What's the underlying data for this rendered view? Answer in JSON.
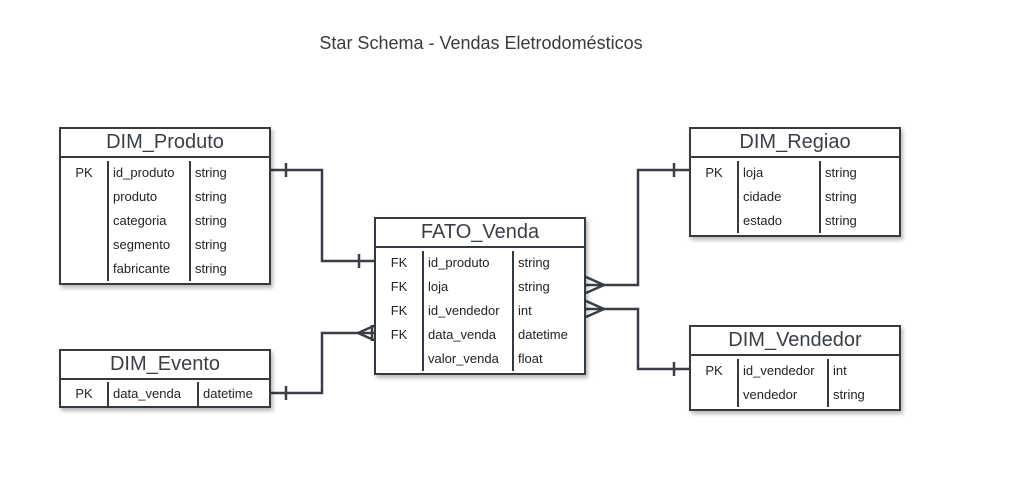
{
  "title": "Star Schema - Vendas Eletrodomésticos",
  "tables": {
    "dim_produto": {
      "name": "DIM_Produto",
      "rows": [
        {
          "key": "PK",
          "field": "id_produto",
          "type": "string"
        },
        {
          "key": "",
          "field": "produto",
          "type": "string"
        },
        {
          "key": "",
          "field": "categoria",
          "type": "string"
        },
        {
          "key": "",
          "field": "segmento",
          "type": "string"
        },
        {
          "key": "",
          "field": "fabricante",
          "type": "string"
        }
      ]
    },
    "dim_evento": {
      "name": "DIM_Evento",
      "rows": [
        {
          "key": "PK",
          "field": "data_venda",
          "type": "datetime"
        }
      ]
    },
    "fato_venda": {
      "name": "FATO_Venda",
      "rows": [
        {
          "key": "FK",
          "field": "id_produto",
          "type": "string"
        },
        {
          "key": "FK",
          "field": "loja",
          "type": "string"
        },
        {
          "key": "FK",
          "field": "id_vendedor",
          "type": "int"
        },
        {
          "key": "FK",
          "field": "data_venda",
          "type": "datetime"
        },
        {
          "key": "",
          "field": "valor_venda",
          "type": "float"
        }
      ]
    },
    "dim_regiao": {
      "name": "DIM_Regiao",
      "rows": [
        {
          "key": "PK",
          "field": "loja",
          "type": "string"
        },
        {
          "key": "",
          "field": "cidade",
          "type": "string"
        },
        {
          "key": "",
          "field": "estado",
          "type": "string"
        }
      ]
    },
    "dim_vendedor": {
      "name": "DIM_Vendedor",
      "rows": [
        {
          "key": "PK",
          "field": "id_vendedor",
          "type": "int"
        },
        {
          "key": "",
          "field": "vendedor",
          "type": "string"
        }
      ]
    }
  },
  "relationships": [
    {
      "from": "dim_produto",
      "to": "fato_venda",
      "from_end": "one",
      "to_end": "one"
    },
    {
      "from": "dim_evento",
      "to": "fato_venda",
      "from_end": "one",
      "to_end": "many"
    },
    {
      "from": "dim_regiao",
      "to": "fato_venda",
      "from_end": "one",
      "to_end": "many"
    },
    {
      "from": "dim_vendedor",
      "to": "fato_venda",
      "from_end": "one",
      "to_end": "many"
    }
  ],
  "colors": {
    "border": "#333a40",
    "line": "#3a3f45"
  }
}
